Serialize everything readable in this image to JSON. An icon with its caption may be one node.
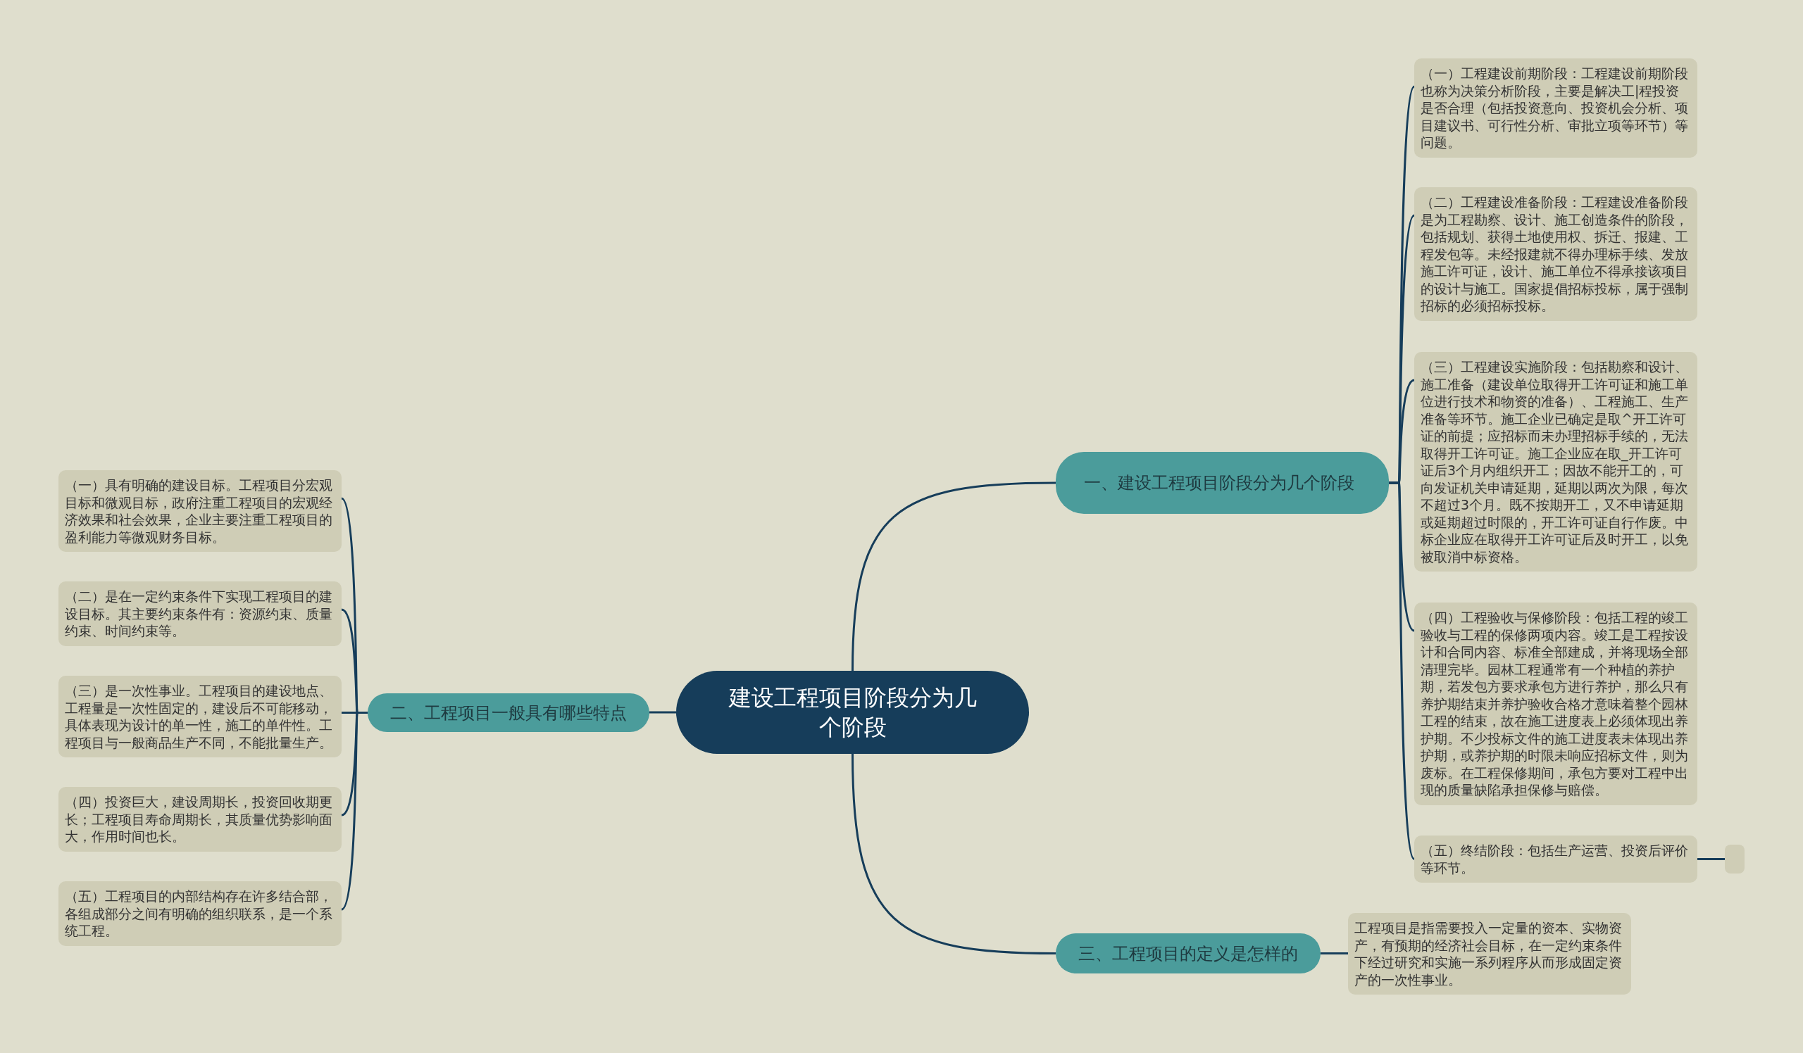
{
  "diagram": {
    "nodes": [
      {
        "text": [
          "建设工程项目阶段分为几个阶段"
        ]
      },
      {
        "text": [
          "一、建设工程项目阶段分为几个阶段"
        ]
      },
      {
        "text": [
          "（一）工程建设前期阶段：工程建设前期阶段也称为决策分析阶段，主要是解决工|程投资是否合理（包括投资意向、投资机会分析、项目建议书、可行性分析、审批立项等环节）等问题。"
        ]
      },
      {
        "text": [
          "（二）工程建设准备阶段：工程建设准备阶段是为工程勘察、设计、施工创造条件的阶段，包括规划、获得土地使用权、拆迁、报建、工程发包等。未经报建就不得办理标手续、发放施工许可证，设计、施工单位不得承接该项目的设计与施工。国家提倡招标投标，属于强制招标的必须招标投标。"
        ]
      },
      {
        "text": [
          "（三）工程建设实施阶段：包括勘察和设计、施工准备（建设单位取得开工许可证和施工单位进行技术和物资的准备）、工程施工、生产准备等环节。施工企业已确定是取^开工许可证的前提；应招标而未办理招标手续的，无法取得开工许可证。施工企业应在取_开工许可证后3个月内组织开工；因故不能开工的，可向发证机关申请延期，延期以两次为限，每次不超过3个月。既不按期开工，又不申请延期或延期超过时限的，开工许可证自行作废。中标企业应在取得开工许可证后及时开工，以免被取消中标资格。"
        ]
      },
      {
        "text": [
          "（四）工程验收与保修阶段：包括工程的竣工验收与工程的保修两项内容。竣工是工程按设计和合同内容、标准全部建成，并将现场全部清理完毕。园林工程通常有一个种植的养护期，若发包方要求承包方进行养护，那么只有养护期结束并养护验收合格才意味着整个园林工程的结束，故在施工进度表上必须体现出养护期。不少投标文件的施工进度表未体现出养护期，或养护期的时限未响应招标文件，则为废标。在工程保修期间，承包方要对工程中出现的质量缺陷承担保修与赔偿。"
        ]
      },
      {
        "text": [
          "（五）终结阶段：包括生产运营、投资后评价等环节。"
        ]
      },
      {
        "text": [],
        "shape": "box"
      },
      {
        "text": [
          "二、工程项目一般具有哪些特点"
        ]
      },
      {
        "text": [
          "（一）具有明确的建设目标。工程项目分宏观目标和微观目标，政府注重工程项目的宏观经济效果和社会效果，企业主要注重工程项目的盈利能力等微观财务目标。"
        ]
      },
      {
        "text": [
          "（二）是在一定约束条件下实现工程项目的建设目标。其主要约束条件有：资源约束、质量约束、时间约束等。"
        ]
      },
      {
        "text": [
          "（三）是一次性事业。工程项目的建设地点、工程量是一次性固定的，建设后不可能移动，具体表现为设计的单一性，施工的单件性。工程项目与一般商品生产不同，不能批量生产。"
        ]
      },
      {
        "text": [
          "（四）投资巨大，建设周期长，投资回收期更长；工程项目寿命周期长，其质量优势影响面大，作用时间也长。"
        ]
      },
      {
        "text": [
          "（五）工程项目的内部结构存在许多结合部，各组成部分之间有明确的组织联系，是一个系统工程。"
        ]
      },
      {
        "text": [
          "三、工程项目的定义是怎样的"
        ]
      },
      {
        "text": [
          "工程项目是指需要投入一定量的资本、实物资产，有预期的经济社会目标，在一定约束条件下经过研究和实施一系列程序从而形成固定资产的一次性事业。"
        ]
      }
    ],
    "edges": [
      {
        "from": 0,
        "to": 1,
        "arrow": "none"
      },
      {
        "from": 1,
        "to": 2,
        "arrow": "none"
      },
      {
        "from": 1,
        "to": 3,
        "arrow": "none"
      },
      {
        "from": 1,
        "to": 4,
        "arrow": "none"
      },
      {
        "from": 1,
        "to": 5,
        "arrow": "none"
      },
      {
        "from": 1,
        "to": 6,
        "arrow": "none"
      },
      {
        "from": 6,
        "to": 7,
        "arrow": "none"
      },
      {
        "from": 0,
        "to": 8,
        "arrow": "none"
      },
      {
        "from": 8,
        "to": 9,
        "arrow": "none"
      },
      {
        "from": 8,
        "to": 10,
        "arrow": "none"
      },
      {
        "from": 8,
        "to": 11,
        "arrow": "none"
      },
      {
        "from": 8,
        "to": 12,
        "arrow": "none"
      },
      {
        "from": 8,
        "to": 13,
        "arrow": "none"
      },
      {
        "from": 0,
        "to": 14,
        "arrow": "none"
      },
      {
        "from": 14,
        "to": 15,
        "arrow": "none"
      }
    ]
  }
}
